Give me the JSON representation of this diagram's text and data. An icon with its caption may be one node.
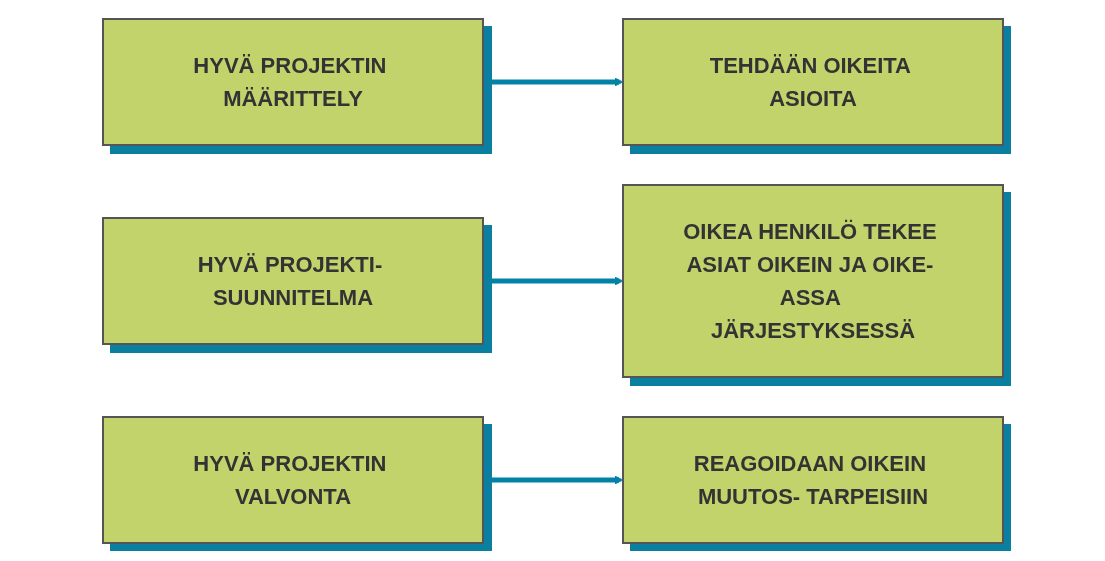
{
  "diagram": {
    "nodes": [
      {
        "text": [
          "HYVÄ PROJEKTIN MÄÄRITTELY"
        ]
      },
      {
        "text": [
          "TEHDÄÄN OIKEITA ASIOITA"
        ]
      },
      {
        "text": [
          "HYVÄ PROJEKTI- SUUNNITELMA"
        ]
      },
      {
        "text": [
          "OIKEA HENKILÖ TEKEE ASIAT OIKEIN JA OIKE- ASSA JÄRJESTYKSESSÄ"
        ]
      },
      {
        "text": [
          "HYVÄ PROJEKTIN VALVONTA"
        ]
      },
      {
        "text": [
          "REAGOIDAAN OIKEIN MUUTOS- TARPEISIIN"
        ]
      }
    ],
    "edges": [
      {
        "from": 0,
        "to": 1,
        "arrow": "to"
      },
      {
        "from": 2,
        "to": 3,
        "arrow": "to"
      },
      {
        "from": 4,
        "to": 5,
        "arrow": "to"
      }
    ]
  }
}
